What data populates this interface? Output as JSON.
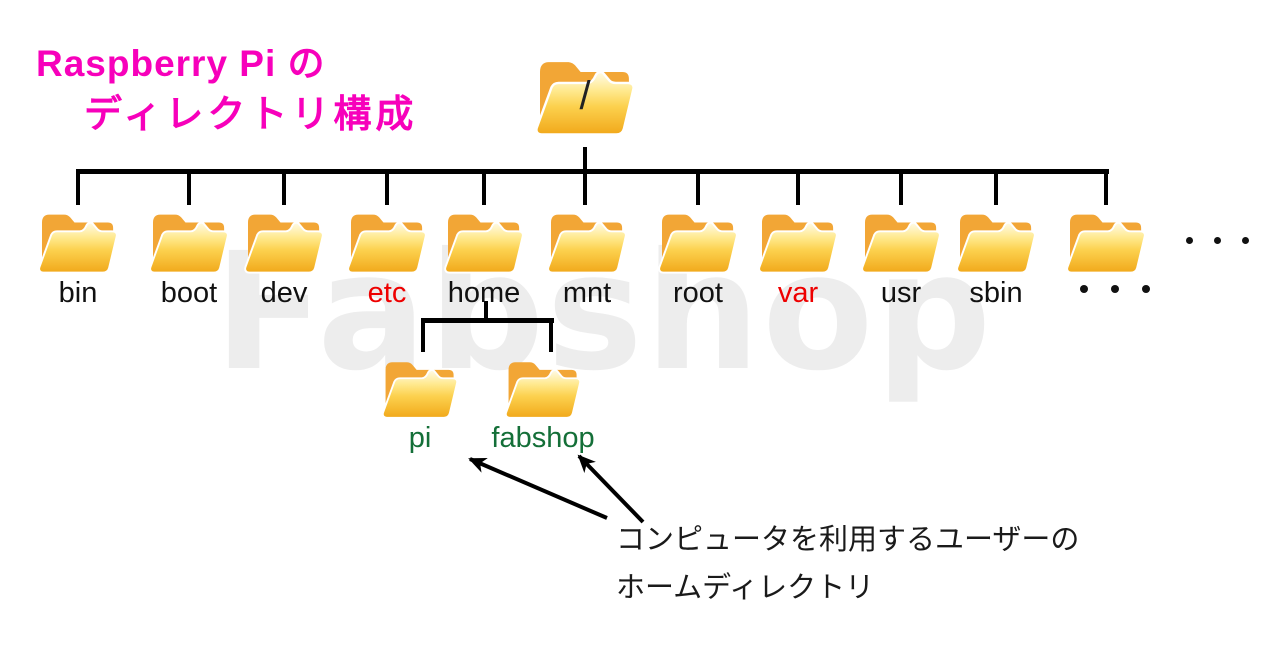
{
  "title": {
    "line1": "Raspberry Pi の",
    "line2": "ディレクトリ構成"
  },
  "watermark": {
    "text": "Fabshop"
  },
  "root": {
    "label": "/"
  },
  "tree": {
    "children": [
      {
        "label": "bin"
      },
      {
        "label": "boot"
      },
      {
        "label": "dev"
      },
      {
        "label": "etc",
        "label_style": "color:#ee0000"
      },
      {
        "label": "home"
      },
      {
        "label": "mnt"
      },
      {
        "label": "root"
      },
      {
        "label": "var",
        "label_style": "color:#ee0000"
      },
      {
        "label": "usr"
      },
      {
        "label": "sbin"
      },
      {
        "label": "・・・",
        "type": "ellipsis"
      }
    ],
    "home_children": [
      {
        "label": "pi",
        "label_style": "color:#146f38"
      },
      {
        "label": "fabshop",
        "label_style": "color:#146f38"
      }
    ]
  },
  "ellipsis_right": "・・・",
  "annotation": {
    "line1": "コンピュータを利用するユーザーの",
    "line2": "ホームディレクトリ"
  },
  "colors": {
    "title": "#f700bb",
    "red_label": "#ee0000",
    "green_label": "#146f38",
    "line": "#000000",
    "folder_tab": "#f2a636",
    "folder_front_top": "#fffbe8",
    "folder_front_bottom": "#f1a81a",
    "watermark": "#ededed",
    "background": "#ffffff"
  }
}
